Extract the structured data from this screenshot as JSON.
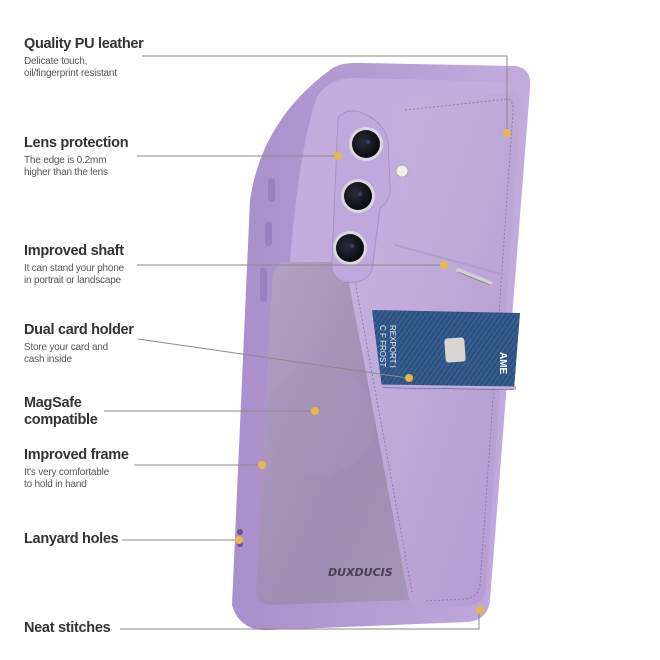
{
  "features": [
    {
      "id": "pu-leather",
      "title": "Quality PU leather",
      "desc_lines": [
        "Delicate touch,",
        "oil/fingerprint resistant"
      ]
    },
    {
      "id": "lens-protection",
      "title": "Lens protection",
      "desc_lines": [
        "The edge is 0.2mm",
        "higher than the lens"
      ]
    },
    {
      "id": "improved-shaft",
      "title": "Improved shaft",
      "desc_lines": [
        "It can stand your phone",
        "in portrait or landscape"
      ]
    },
    {
      "id": "dual-card-holder",
      "title": "Dual card holder",
      "desc_lines": [
        "Store your card and",
        "cash inside"
      ]
    },
    {
      "id": "magsafe",
      "title_lines": [
        "MagSafe",
        "compatible"
      ]
    },
    {
      "id": "improved-frame",
      "title": "Improved frame",
      "desc_lines": [
        "It's very comfortable",
        "to hold in hand"
      ]
    },
    {
      "id": "lanyard-holes",
      "title": "Lanyard holes"
    },
    {
      "id": "neat-stitches",
      "title": "Neat stitches"
    }
  ],
  "product": {
    "brand_text": "DUXDUCIS",
    "card_text_line1": "C F FROST",
    "card_text_line2": "REXPORT I",
    "card_brand": "AME"
  },
  "colors": {
    "case_purple": "#b79fd3",
    "case_light": "#c7b2e0",
    "back_panel": "#9d8bb0",
    "card_blue": "#2c4f7c",
    "marker_gold": "#e8b84a",
    "leader_line": "#888888",
    "title_text": "#333333"
  }
}
